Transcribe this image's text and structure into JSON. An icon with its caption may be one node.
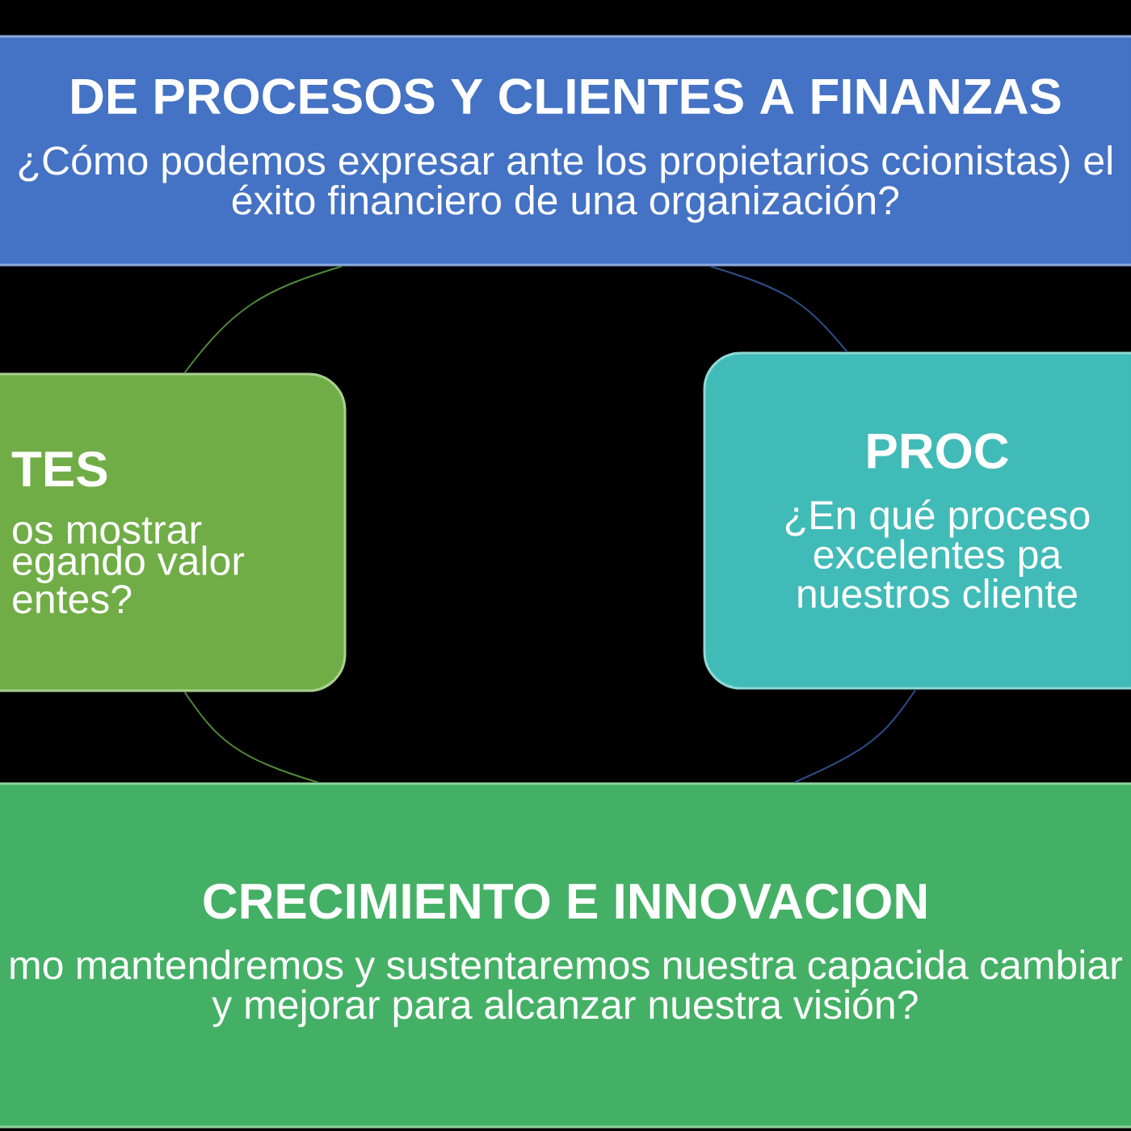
{
  "diagram": {
    "nodes": [
      {
        "text": [
          "DE PROCESOS Y CLIENTES A FINANZAS",
          "¿Cómo podemos expresar ante los propietarios ccionistas) el éxito financiero de una organización?"
        ]
      },
      {
        "text": [
          "TES",
          "os mostrar egando valor entes?"
        ]
      },
      {
        "text": [
          "PROC",
          "¿En qué proceso excelentes pa nuestros cliente"
        ]
      },
      {
        "text": [
          "CRECIMIENTO E INNOVACION",
          "mo mantendremos y sustentaremos nuestra capacida cambiar y mejorar para alcanzar nuestra visión?"
        ]
      }
    ],
    "edges": [
      {
        "from": 1,
        "to": 0,
        "arrow": "none",
        "color": "#4f8a3a"
      },
      {
        "from": 0,
        "to": 2,
        "arrow": "none",
        "color": "#2e4f8c"
      },
      {
        "from": 2,
        "to": 3,
        "arrow": "none",
        "color": "#2e4f8c"
      },
      {
        "from": 3,
        "to": 1,
        "arrow": "none",
        "color": "#4f8a3a"
      }
    ]
  }
}
